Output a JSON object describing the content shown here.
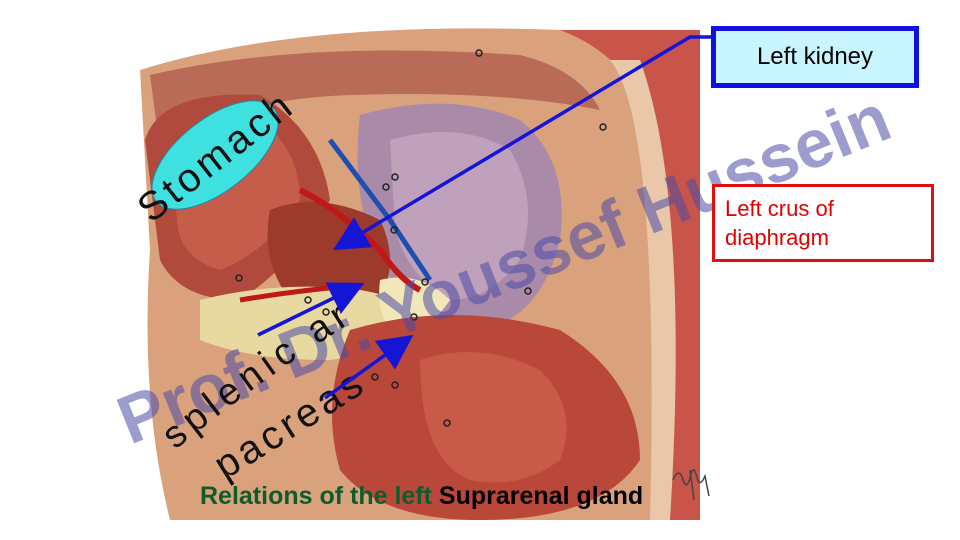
{
  "labels": {
    "left_kidney": "Left kidney",
    "left_crus_line1": "Left crus of",
    "left_crus_line2": "diaphragm",
    "stomach": "Stomach",
    "splenic_artery": "splenic artery",
    "pancreas": "pacreas"
  },
  "caption": {
    "part1": "Relations of the left",
    "part2": "Suprarenal gland"
  },
  "watermark": "Prof. Dr. Youssef Hussein",
  "colors": {
    "label_blue": "#1010e0",
    "label_fill": "#c8f5ff",
    "label_red": "#e01010",
    "caption_green": "#0d5c2a",
    "arrow_blue": "#1515d8"
  }
}
